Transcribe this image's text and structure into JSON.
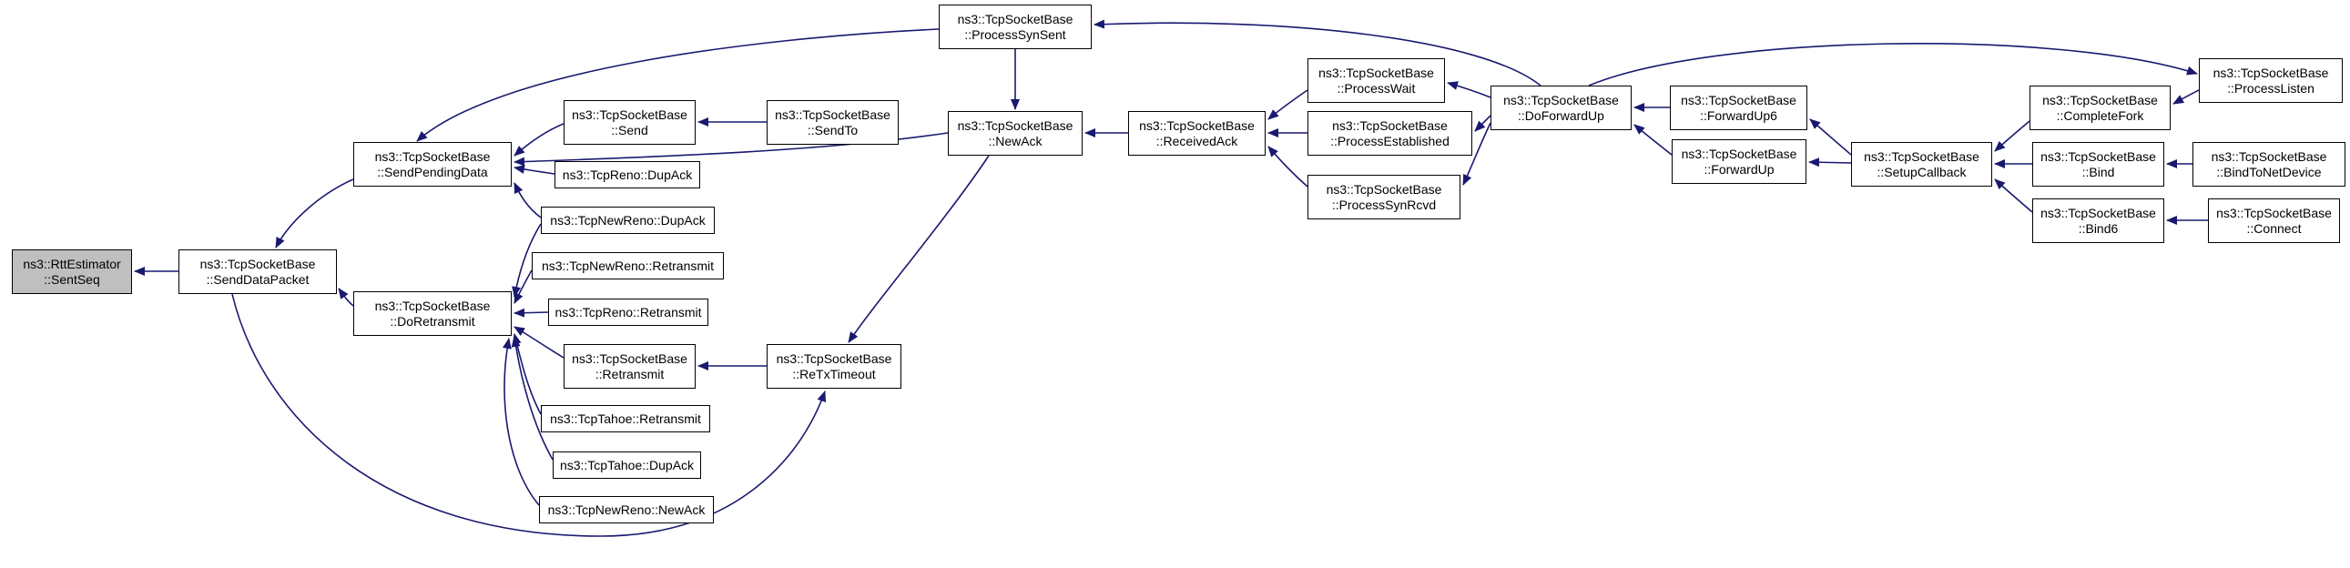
{
  "diagram": {
    "type": "caller-graph",
    "highlighted_function": "ns3::RttEstimator::SentSeq",
    "colors": {
      "edge": "#191970",
      "node_border": "#000000",
      "node_fill": "#ffffff",
      "highlight_fill": "#bfbfbf",
      "text": "#000000",
      "background": "#ffffff"
    }
  },
  "nodes": [
    {
      "id": "sentseq",
      "line1": "ns3::RttEstimator",
      "line2": "::SentSeq",
      "highlighted": true
    },
    {
      "id": "senddatapacket",
      "line1": "ns3::TcpSocketBase",
      "line2": "::SendDataPacket"
    },
    {
      "id": "sendpendingdata",
      "line1": "ns3::TcpSocketBase",
      "line2": "::SendPendingData"
    },
    {
      "id": "send",
      "line1": "ns3::TcpSocketBase",
      "line2": "::Send"
    },
    {
      "id": "sendto",
      "line1": "ns3::TcpSocketBase",
      "line2": "::SendTo"
    },
    {
      "id": "reno-dupack",
      "line1": "ns3::TcpReno::DupAck"
    },
    {
      "id": "newreno-dupack",
      "line1": "ns3::TcpNewReno::DupAck"
    },
    {
      "id": "newreno-retransmit",
      "line1": "ns3::TcpNewReno::Retransmit"
    },
    {
      "id": "doretransmit",
      "line1": "ns3::TcpSocketBase",
      "line2": "::DoRetransmit"
    },
    {
      "id": "reno-retransmit",
      "line1": "ns3::TcpReno::Retransmit"
    },
    {
      "id": "retransmit",
      "line1": "ns3::TcpSocketBase",
      "line2": "::Retransmit"
    },
    {
      "id": "retxtimeout",
      "line1": "ns3::TcpSocketBase",
      "line2": "::ReTxTimeout"
    },
    {
      "id": "tahoe-retransmit",
      "line1": "ns3::TcpTahoe::Retransmit"
    },
    {
      "id": "tahoe-dupack",
      "line1": "ns3::TcpTahoe::DupAck"
    },
    {
      "id": "newreno-newack",
      "line1": "ns3::TcpNewReno::NewAck"
    },
    {
      "id": "newack",
      "line1": "ns3::TcpSocketBase",
      "line2": "::NewAck"
    },
    {
      "id": "processsynsent",
      "line1": "ns3::TcpSocketBase",
      "line2": "::ProcessSynSent"
    },
    {
      "id": "receivedack",
      "line1": "ns3::TcpSocketBase",
      "line2": "::ReceivedAck"
    },
    {
      "id": "processwait",
      "line1": "ns3::TcpSocketBase",
      "line2": "::ProcessWait"
    },
    {
      "id": "processestablished",
      "line1": "ns3::TcpSocketBase",
      "line2": "::ProcessEstablished"
    },
    {
      "id": "processsynrcvd",
      "line1": "ns3::TcpSocketBase",
      "line2": "::ProcessSynRcvd"
    },
    {
      "id": "doforwardup",
      "line1": "ns3::TcpSocketBase",
      "line2": "::DoForwardUp"
    },
    {
      "id": "forwardup6",
      "line1": "ns3::TcpSocketBase",
      "line2": "::ForwardUp6"
    },
    {
      "id": "forwardup",
      "line1": "ns3::TcpSocketBase",
      "line2": "::ForwardUp"
    },
    {
      "id": "setupcallback",
      "line1": "ns3::TcpSocketBase",
      "line2": "::SetupCallback"
    },
    {
      "id": "completefork",
      "line1": "ns3::TcpSocketBase",
      "line2": "::CompleteFork"
    },
    {
      "id": "bind",
      "line1": "ns3::TcpSocketBase",
      "line2": "::Bind"
    },
    {
      "id": "bind6",
      "line1": "ns3::TcpSocketBase",
      "line2": "::Bind6"
    },
    {
      "id": "processlisten",
      "line1": "ns3::TcpSocketBase",
      "line2": "::ProcessListen"
    },
    {
      "id": "bindtonetdevice",
      "line1": "ns3::TcpSocketBase",
      "line2": "::BindToNetDevice"
    },
    {
      "id": "connect",
      "line1": "ns3::TcpSocketBase",
      "line2": "::Connect"
    }
  ],
  "edges": [
    {
      "from": "senddatapacket",
      "to": "sentseq"
    },
    {
      "from": "sendpendingdata",
      "to": "senddatapacket"
    },
    {
      "from": "doretransmit",
      "to": "senddatapacket"
    },
    {
      "from": "send",
      "to": "sendpendingdata"
    },
    {
      "from": "sendto",
      "to": "send"
    },
    {
      "from": "reno-dupack",
      "to": "sendpendingdata"
    },
    {
      "from": "newreno-dupack",
      "to": "sendpendingdata"
    },
    {
      "from": "newack",
      "to": "sendpendingdata"
    },
    {
      "from": "processsynsent",
      "to": "sendpendingdata"
    },
    {
      "from": "newreno-dupack",
      "to": "doretransmit"
    },
    {
      "from": "newreno-retransmit",
      "to": "doretransmit"
    },
    {
      "from": "reno-retransmit",
      "to": "doretransmit"
    },
    {
      "from": "retransmit",
      "to": "doretransmit"
    },
    {
      "from": "tahoe-retransmit",
      "to": "doretransmit"
    },
    {
      "from": "tahoe-dupack",
      "to": "doretransmit"
    },
    {
      "from": "newreno-newack",
      "to": "doretransmit"
    },
    {
      "from": "retxtimeout",
      "to": "retransmit"
    },
    {
      "from": "newack",
      "to": "retxtimeout"
    },
    {
      "from": "senddatapacket",
      "to": "retxtimeout"
    },
    {
      "from": "receivedack",
      "to": "newack"
    },
    {
      "from": "processsynsent",
      "to": "newack"
    },
    {
      "from": "processwait",
      "to": "receivedack"
    },
    {
      "from": "processestablished",
      "to": "receivedack"
    },
    {
      "from": "processsynrcvd",
      "to": "receivedack"
    },
    {
      "from": "doforwardup",
      "to": "processwait"
    },
    {
      "from": "doforwardup",
      "to": "processestablished"
    },
    {
      "from": "doforwardup",
      "to": "processsynrcvd"
    },
    {
      "from": "doforwardup",
      "to": "processsynsent"
    },
    {
      "from": "doforwardup",
      "to": "processlisten"
    },
    {
      "from": "forwardup6",
      "to": "doforwardup"
    },
    {
      "from": "forwardup",
      "to": "doforwardup"
    },
    {
      "from": "setupcallback",
      "to": "forwardup6"
    },
    {
      "from": "setupcallback",
      "to": "forwardup"
    },
    {
      "from": "completefork",
      "to": "setupcallback"
    },
    {
      "from": "bind",
      "to": "setupcallback"
    },
    {
      "from": "bind6",
      "to": "setupcallback"
    },
    {
      "from": "processlisten",
      "to": "completefork"
    },
    {
      "from": "bindtonetdevice",
      "to": "bind"
    },
    {
      "from": "connect",
      "to": "bind6"
    }
  ]
}
